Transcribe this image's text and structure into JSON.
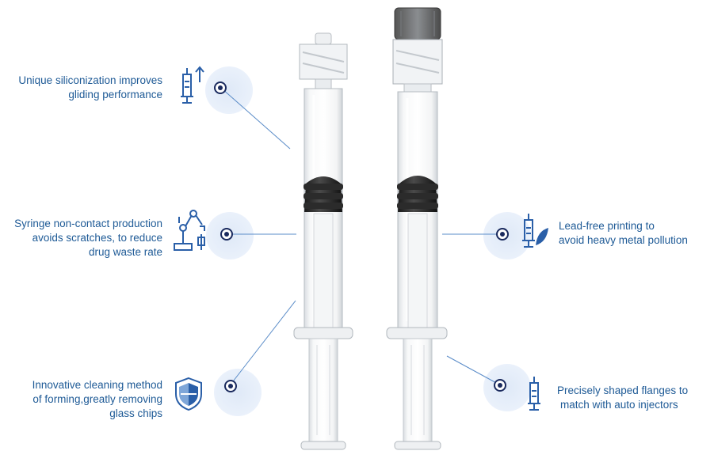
{
  "features": [
    {
      "lines": [
        "Unique siliconization improves",
        "gliding performance"
      ],
      "icon": "syringe-up-arrow-icon"
    },
    {
      "lines": [
        "Syringe non-contact production",
        "avoids scratches, to reduce",
        "drug waste rate"
      ],
      "icon": "robot-arm-icon"
    },
    {
      "lines": [
        "Innovative cleaning method",
        "of forming,greatly removing",
        "glass chips"
      ],
      "icon": "shield-icon"
    },
    {
      "lines": [
        "Lead-free printing to",
        "avoid heavy metal pollution"
      ],
      "icon": "syringe-leaf-icon"
    },
    {
      "lines": [
        "Precisely shaped flanges to",
        "match with auto injectors"
      ],
      "icon": "syringe-icon"
    }
  ],
  "colors": {
    "text": "#1e5a96",
    "icon": "#2a5fa8",
    "dot": "#1a2a5e",
    "halo": "#e6eef9",
    "leader": "#5a8cc8"
  }
}
